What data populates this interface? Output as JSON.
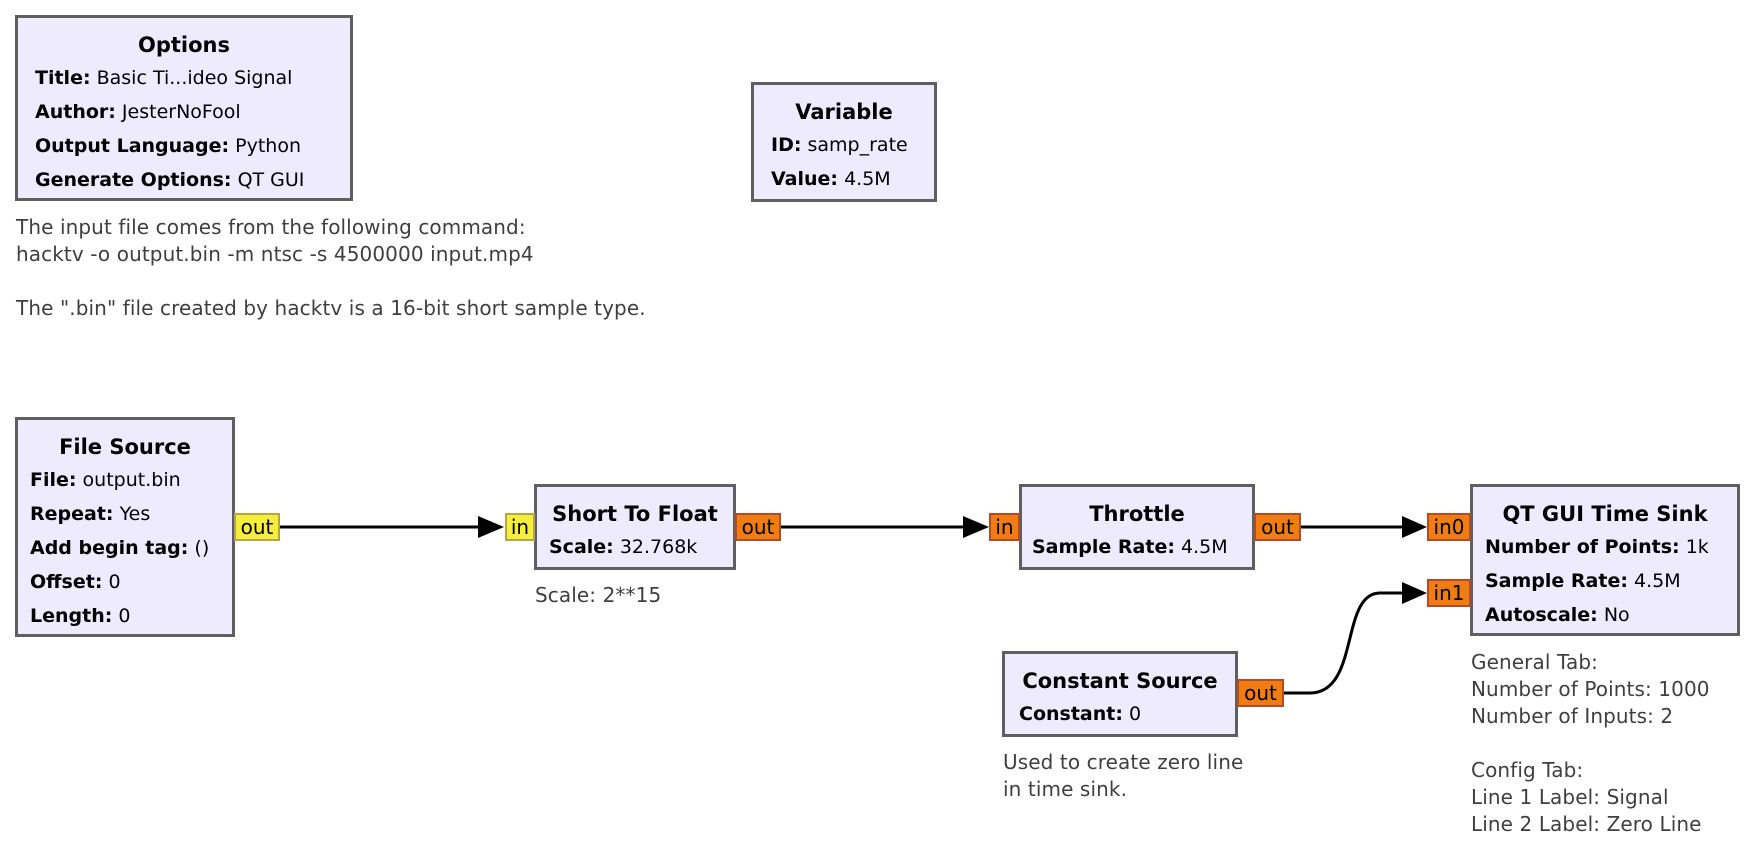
{
  "blocks": {
    "options": {
      "title": "Options",
      "params": [
        {
          "key": "Title:",
          "value": "Basic Ti...ideo Signal"
        },
        {
          "key": "Author:",
          "value": "JesterNoFool"
        },
        {
          "key": "Output Language:",
          "value": "Python"
        },
        {
          "key": "Generate Options:",
          "value": "QT GUI"
        }
      ]
    },
    "variable": {
      "title": "Variable",
      "params": [
        {
          "key": "ID:",
          "value": "samp_rate"
        },
        {
          "key": "Value:",
          "value": "4.5M"
        }
      ]
    },
    "file_source": {
      "title": "File Source",
      "params": [
        {
          "key": "File:",
          "value": "output.bin"
        },
        {
          "key": "Repeat:",
          "value": "Yes"
        },
        {
          "key": "Add begin tag:",
          "value": "()"
        },
        {
          "key": "Offset:",
          "value": "0"
        },
        {
          "key": "Length:",
          "value": "0"
        }
      ],
      "ports": {
        "out": "out"
      }
    },
    "short_to_float": {
      "title": "Short To Float",
      "params": [
        {
          "key": "Scale:",
          "value": "32.768k"
        }
      ],
      "ports": {
        "in": "in",
        "out": "out"
      }
    },
    "throttle": {
      "title": "Throttle",
      "params": [
        {
          "key": "Sample Rate:",
          "value": "4.5M"
        }
      ],
      "ports": {
        "in": "in",
        "out": "out"
      }
    },
    "time_sink": {
      "title": "QT GUI Time Sink",
      "params": [
        {
          "key": "Number of Points:",
          "value": "1k"
        },
        {
          "key": "Sample Rate:",
          "value": "4.5M"
        },
        {
          "key": "Autoscale:",
          "value": "No"
        }
      ],
      "ports": {
        "in0": "in0",
        "in1": "in1"
      }
    },
    "constant_source": {
      "title": "Constant Source",
      "params": [
        {
          "key": "Constant:",
          "value": "0"
        }
      ],
      "ports": {
        "out": "out"
      }
    }
  },
  "comments": {
    "options_note": "The input file comes from the following command:\nhacktv -o output.bin -m ntsc -s 4500000 input.mp4\n\nThe \".bin\" file created by hacktv is a 16-bit short sample type.",
    "short_to_float_note": "Scale: 2**15",
    "constant_note": "Used to create zero line\nin time sink.",
    "time_sink_note": "General Tab:\nNumber of Points: 1000\nNumber of Inputs: 2\n\nConfig Tab:\nLine 1 Label: Signal\nLine 2 Label: Zero Line"
  },
  "colors": {
    "block_fill": "#eeebff",
    "block_border": "#5f5f5f",
    "port_short": "#f5ee3a",
    "port_float": "#f07c12",
    "wire": "#000000",
    "comment_text": "#3f3f3f"
  }
}
